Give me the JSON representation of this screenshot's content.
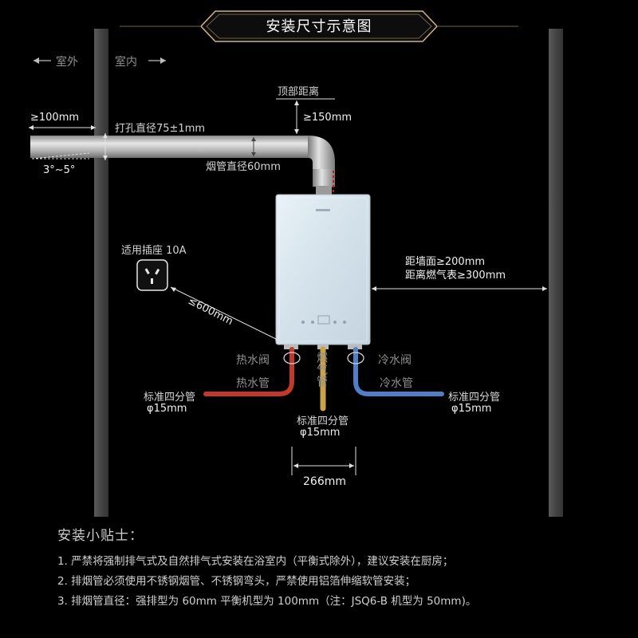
{
  "title": "安装尺寸示意图",
  "labels": {
    "outdoor": "室外",
    "indoor": "室内",
    "ge_100mm": "≥100mm",
    "hole_diameter": "打孔直径75±1mm",
    "slope": "3°~5°",
    "flue_diameter": "烟管直径60mm",
    "top_distance": "顶部距离",
    "ge_150mm": "≥150mm",
    "socket": "适用插座 10A",
    "le_600mm": "≤600mm",
    "wall_distance": "距墙面≥200mm",
    "meter_distance": "距离燃气表≥300mm",
    "hot_valve": "热水阀",
    "hot_pipe": "热水管",
    "gas_pipe": "燃气管",
    "cold_valve": "冷水阀",
    "cold_pipe": "冷水管",
    "std_pipe_left": "标准四分管",
    "phi_left": "φ15mm",
    "std_pipe_center": "标准四分管",
    "phi_center": "φ15mm",
    "std_pipe_right": "标准四分管",
    "phi_right": "φ15mm",
    "spacing_266": "266mm"
  },
  "tips": {
    "heading": "安装小贴士：",
    "items": [
      "1. 严禁将强制排气式及自然排气式安装在浴室内（平衡式除外），建议安装在厨房；",
      "2. 排烟管必须使用不锈钢烟管、不锈钢弯头，严禁使用铝箔伸缩软管安装；",
      "3. 排烟管直径：强排型为 60mm 平衡机型为 100mm（注：JSQ6-B 机型为 50mm)。"
    ]
  },
  "colors": {
    "background": "#000000",
    "wall": "#4a4a4a",
    "title_border": "#c9b28c",
    "hot_pipe": "#c0392b",
    "cold_pipe": "#4f7fc8",
    "gas_pipe": "#c9a24a",
    "flue": "#b5b5b5",
    "heater": "#dde8ef"
  }
}
